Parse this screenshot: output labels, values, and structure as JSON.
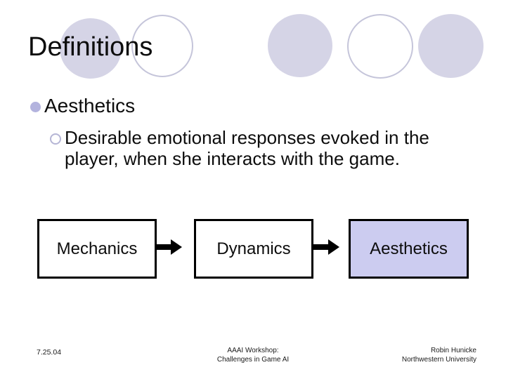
{
  "colors": {
    "circle-fill": "#d5d4e6",
    "circle-ring": "#c5c5da",
    "bullet-dot": "#b3b3de",
    "bullet-ring": "#b5b5d5",
    "highlight-box-fill": "#ccccf0",
    "box-border": "#000000",
    "arrow": "#000000",
    "text": "#0d0d0d",
    "footer-text": "#1a1a1a"
  },
  "slide": {
    "title": "Definitions",
    "bullets": [
      {
        "label": "Aesthetics",
        "sub": {
          "line1": "Desirable emotional responses evoked in the",
          "line2": "player, when she interacts with the game."
        }
      }
    ]
  },
  "diagram": {
    "boxes": [
      {
        "label": "Mechanics",
        "highlighted": false
      },
      {
        "label": "Dynamics",
        "highlighted": false
      },
      {
        "label": "Aesthetics",
        "highlighted": true
      }
    ]
  },
  "footer": {
    "date": "7.25.04",
    "center": {
      "line1": "AAAI Workshop:",
      "line2": "Challenges in Game AI"
    },
    "right": {
      "line1": "Robin Hunicke",
      "line2": "Northwestern University"
    }
  }
}
